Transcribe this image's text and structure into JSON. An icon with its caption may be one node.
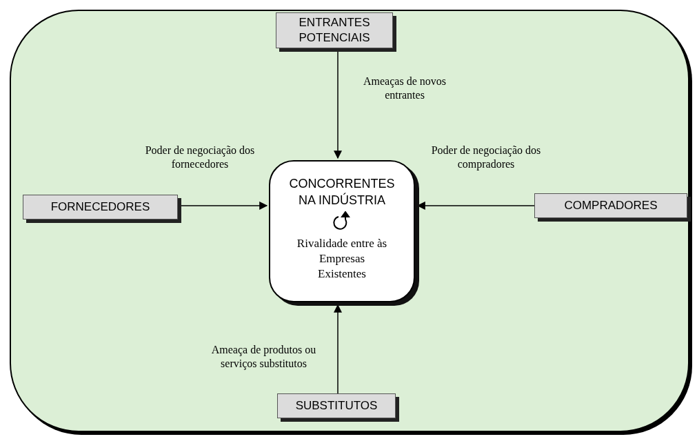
{
  "diagram": {
    "nodes": [
      {
        "text": [
          "ENTRANTES POTENCIAIS"
        ]
      },
      {
        "text": [
          "FORNECEDORES"
        ]
      },
      {
        "text": [
          "CONCORRENTES NA INDÚSTRIA",
          "Rivalidade entre às Empresas Existentes"
        ]
      },
      {
        "text": [
          "COMPRADORES"
        ]
      },
      {
        "text": [
          "SUBSTITUTOS"
        ]
      }
    ],
    "edges": [
      {
        "from": 0,
        "to": 2,
        "arrow": "to",
        "label": "Ameaças de novos entrantes"
      },
      {
        "from": 1,
        "to": 2,
        "arrow": "to",
        "label": "Poder de negociação dos fornecedores"
      },
      {
        "from": 3,
        "to": 2,
        "arrow": "to",
        "label": "Poder de negociação dos compradores"
      },
      {
        "from": 4,
        "to": 2,
        "arrow": "to",
        "label": "Ameaça de produtos ou serviços substitutos"
      }
    ]
  }
}
